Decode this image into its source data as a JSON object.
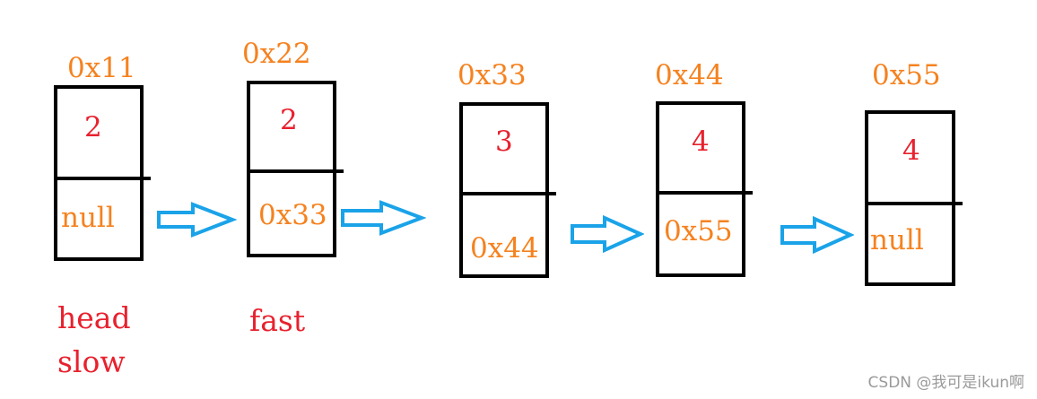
{
  "nodes": [
    {
      "address": "0x11",
      "value": "2",
      "next": "null"
    },
    {
      "address": "0x22",
      "value": "2",
      "next": "0x33"
    },
    {
      "address": "0x33",
      "value": "3",
      "next": "0x44"
    },
    {
      "address": "0x44",
      "value": "4",
      "next": "0x55"
    },
    {
      "address": "0x55",
      "value": "4",
      "next": "null"
    }
  ],
  "labels": {
    "head": "head",
    "slow": "slow",
    "fast": "fast"
  },
  "watermark": "CSDN @我可是ikun啊",
  "colors": {
    "address": "#f5821f",
    "value": "#e8212e",
    "pointer_label": "#e8212e",
    "arrow_stroke": "#1aa3e8",
    "box_border": "#000000"
  },
  "icons": {
    "arrow": "right-arrow-icon"
  }
}
